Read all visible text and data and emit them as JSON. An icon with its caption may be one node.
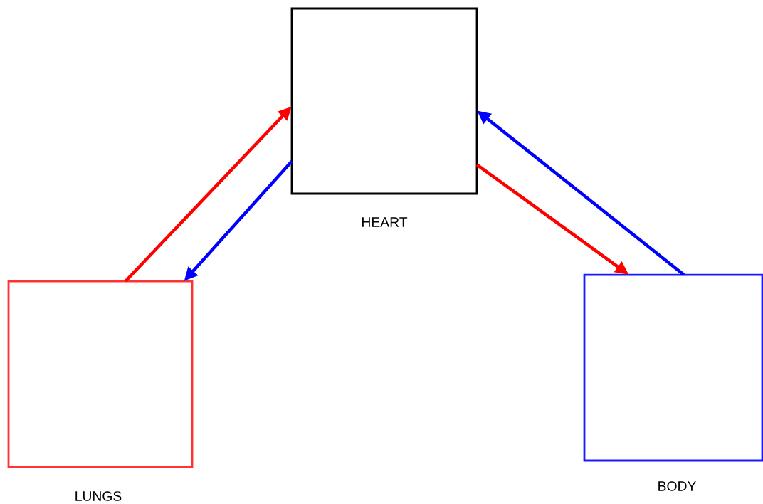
{
  "diagram": {
    "nodes": [
      {
        "text": [
          "HEART"
        ]
      },
      {
        "text": [
          "LUNGS"
        ]
      },
      {
        "text": [
          "BODY"
        ]
      }
    ],
    "edges": [
      {
        "from": 1,
        "to": 0,
        "arrow": "to",
        "color": "#ff0000"
      },
      {
        "from": 0,
        "to": 1,
        "arrow": "to",
        "color": "#0000ff"
      },
      {
        "from": 0,
        "to": 2,
        "arrow": "to",
        "color": "#ff0000"
      },
      {
        "from": 2,
        "to": 0,
        "arrow": "to",
        "color": "#0000ff"
      }
    ]
  }
}
